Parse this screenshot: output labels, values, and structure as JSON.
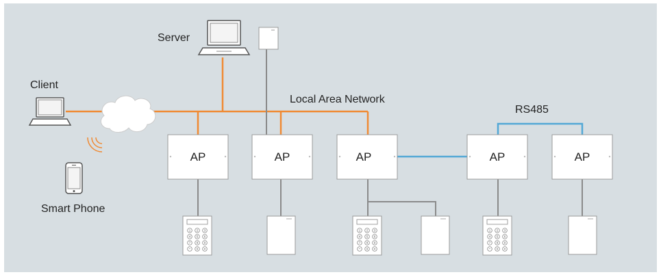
{
  "labels": {
    "server": "Server",
    "client": "Client",
    "smart_phone": "Smart Phone",
    "lan": "Local Area Network",
    "rs485": "RS485"
  },
  "access_panels": [
    {
      "label": "AP"
    },
    {
      "label": "AP"
    },
    {
      "label": "AP"
    },
    {
      "label": "AP"
    },
    {
      "label": "AP"
    }
  ],
  "colors": {
    "background": "#d7dee2",
    "lan_link": "#f08a33",
    "rs485_link": "#52a8d6",
    "wire": "#8a8a8a",
    "device_fill": "#ffffff",
    "device_stroke": "#9a9a9a"
  },
  "keypad": {
    "keys": [
      "1",
      "2",
      "3",
      "4",
      "5",
      "6",
      "7",
      "8",
      "9",
      "*",
      "0",
      "#"
    ]
  }
}
